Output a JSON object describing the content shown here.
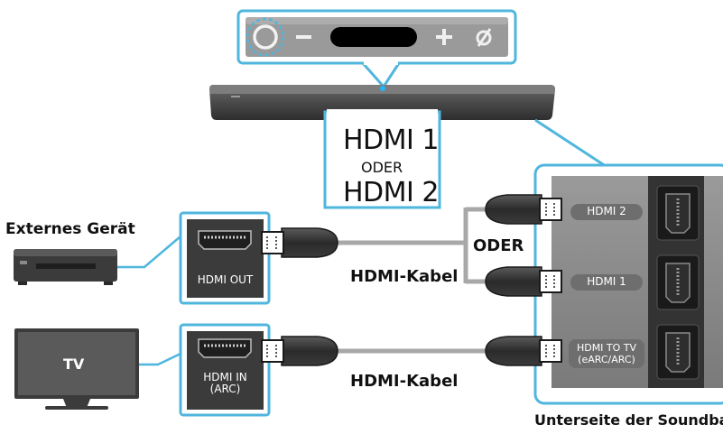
{
  "soundbar_panel": {
    "buttons": [
      {
        "name": "power",
        "glyph": "⏻"
      },
      {
        "name": "minus",
        "glyph": "–"
      },
      {
        "name": "plus",
        "glyph": "+"
      },
      {
        "name": "mic-off",
        "glyph": "ø"
      }
    ]
  },
  "hdmi_options": {
    "line1": "HDMI 1",
    "line2": "ODER",
    "line3": "HDMI 2"
  },
  "rear_panel": {
    "ports": [
      "HDMI 2",
      "HDMI 1",
      "HDMI TO TV\n(eARC/ARC)"
    ],
    "caption": "Unterseite der Soundbar"
  },
  "external_device": {
    "label": "Externes Gerät",
    "port_label": "HDMI OUT"
  },
  "tv": {
    "screen_text": "TV",
    "port_label": "HDMI IN\n(ARC)"
  },
  "cables": {
    "top_label": "HDMI-Kabel",
    "bottom_label": "HDMI-Kabel",
    "or_label": "ODER"
  },
  "colors": {
    "highlight": "#4fb6dd",
    "device_dark": "#3b3b3b",
    "panel_gray": "#8a8a8a",
    "cable_gray": "#a8a8a8"
  }
}
